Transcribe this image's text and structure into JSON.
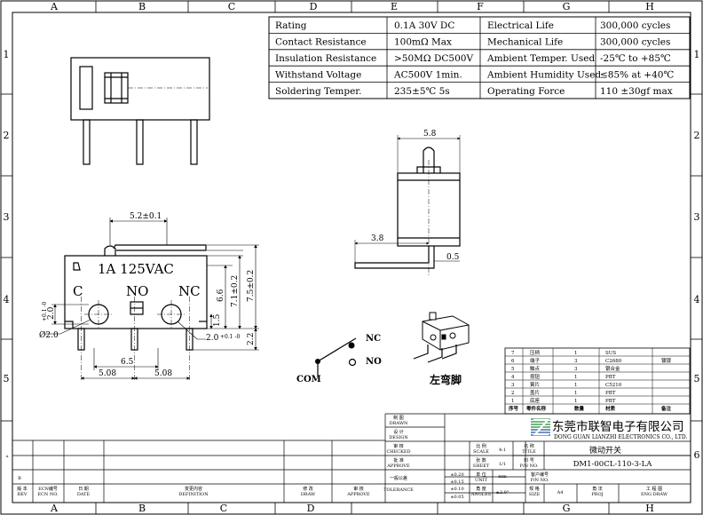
{
  "zone_columns": [
    "A",
    "B",
    "C",
    "D",
    "E",
    "F",
    "G",
    "H"
  ],
  "zone_rows": [
    "1",
    "2",
    "3",
    "4",
    "5",
    "6"
  ],
  "spec_table": [
    [
      "Rating",
      "0.1A  30V DC",
      "Electrical Life",
      "300,000 cycles"
    ],
    [
      "Contact Resistance",
      "100mΩ  Max",
      "Mechanical Life",
      "300,000 cycles"
    ],
    [
      "Insulation Resistance",
      ">50MΩ  DC500V",
      "Ambient Temper. Used",
      "-25℃ to +85℃"
    ],
    [
      "Withstand Voltage",
      "AC500V   1min.",
      "Ambient Humidity Used",
      "≤85% at +40℃"
    ],
    [
      "Soldering Temper.",
      "235±5℃ 5s",
      "Operating Force",
      "110 ±30gf max"
    ]
  ],
  "front_view": {
    "rating_label": "1A 125VAC",
    "terminal_c": "C",
    "terminal_no": "NO",
    "terminal_nc": "NC",
    "dims": {
      "d_5_2": "5.2±0.1",
      "d_6_5": "6.5",
      "d_5_08_left": "5.08",
      "d_5_08_right": "5.08",
      "d_6_6": "6.6",
      "d_7_1": "7.1±0.2",
      "d_7_5": "7.5±0.2",
      "d_1_5": "1.5",
      "d_2_2": "2.2",
      "d_2_0": "2.0",
      "d_2_0_tol": "+0.1 -0",
      "d_dia2_left": "Ø2.0",
      "d_2_0_side": "2.0",
      "d_side_tol": "+0.1 -0"
    }
  },
  "side_view": {
    "d_5_8": "5.8",
    "d_3_8": "3.8",
    "d_0_5": "0.5"
  },
  "schematic": {
    "com": "COM",
    "nc": "NC",
    "no": "NO"
  },
  "iso_view": {
    "caption": "左弯脚"
  },
  "bom": {
    "headers": [
      "序号",
      "零件名称",
      "数量",
      "材质",
      "备注"
    ],
    "rows": [
      [
        "7",
        "压柄",
        "1",
        "SUS",
        ""
      ],
      [
        "6",
        "端子",
        "3",
        "C2680",
        "镀银"
      ],
      [
        "5",
        "触点",
        "3",
        "银合金",
        ""
      ],
      [
        "4",
        "按钮",
        "1",
        "PBT",
        ""
      ],
      [
        "3",
        "簧片",
        "1",
        "C5210",
        ""
      ],
      [
        "2",
        "盖片",
        "1",
        "PBT",
        ""
      ],
      [
        "1",
        "底座",
        "1",
        "PBT",
        ""
      ]
    ]
  },
  "title_block": {
    "company_cn": "东莞市联智电子有限公司",
    "company_en": "DONG GUAN LIANZHI ELECTRONICS CO., LTD.",
    "product_title": "微动开关",
    "drawing_number": "DM1-00CL-110-3-LA",
    "roles": [
      {
        "cn": "制 图",
        "en": "DRAWN"
      },
      {
        "cn": "设 计",
        "en": "DESIGN"
      },
      {
        "cn": "审 核",
        "en": "CHECKED"
      },
      {
        "cn": "批 准",
        "en": "APPROVE"
      }
    ],
    "scale": {
      "cn": "比 例",
      "en": "SCALE",
      "value": "4:1"
    },
    "sheet": {
      "cn": "张 数",
      "en": "SHEET",
      "value": "1/1"
    },
    "unit": {
      "cn": "单 位",
      "en": "UNIT",
      "value": "mm"
    },
    "angles": {
      "cn": "角 度",
      "en": "ANGLES",
      "value": "±2.0°"
    },
    "title_label": {
      "cn": "名 称",
      "en": "TITLE"
    },
    "pn_label": {
      "cn": "料 号",
      "en": "P/N NO."
    },
    "cust_pn_label": {
      "cn": "客户编号",
      "en": "P/N NO."
    },
    "size_label": {
      "cn": "规 格",
      "en": "SIZE"
    },
    "size_value": "A4",
    "proj_label": {
      "cn": "角 法",
      "en": "PROJ"
    },
    "dwg_label": {
      "cn": "工 程 图",
      "en": "ENG DRAW"
    },
    "general_tol_label": "一般公差",
    "tolerance_label": "TOLERANCE",
    "tolerances": [
      "±0.20",
      "±0.15",
      "±0.10",
      "±0.05"
    ],
    "rev_headers": [
      {
        "cn": "版 本",
        "en": "REV"
      },
      {
        "cn": "ECN编号",
        "en": "ECN NO."
      },
      {
        "cn": "日 期",
        "en": "DATE"
      },
      {
        "cn": "变更内容",
        "en": "DEFINITION"
      },
      {
        "cn": "修 改",
        "en": "DRAW"
      },
      {
        "cn": "审 核",
        "en": "APPROVE"
      }
    ],
    "rev_row_label": "B",
    "rev_row_label_a": "A"
  },
  "colors": {
    "line": "#000000",
    "logo_green": "#1f8a3b",
    "logo_blue": "#1d4fa0"
  }
}
